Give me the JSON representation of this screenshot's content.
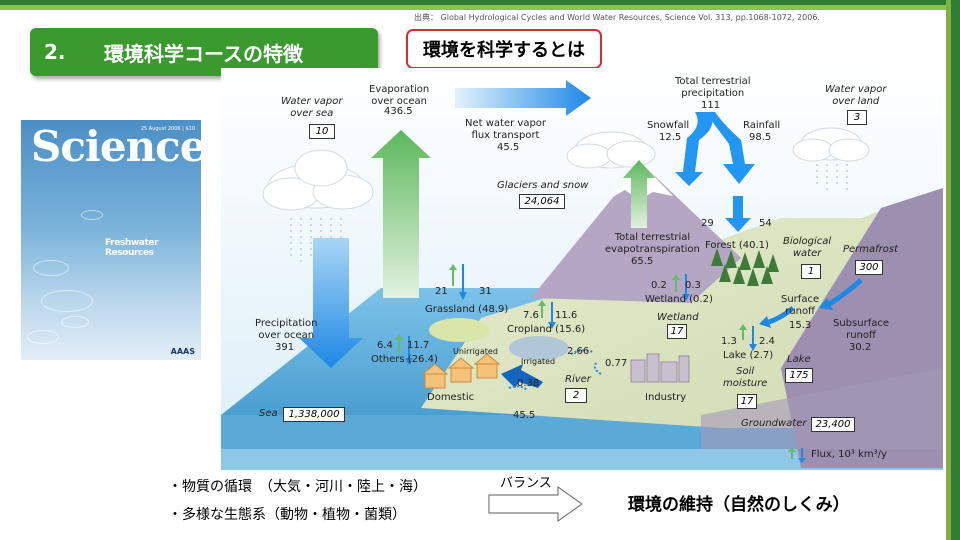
{
  "slide": {
    "title_number": "2.",
    "title": "環境科学コースの特徴",
    "subtitle": "環境を科学するとは",
    "source": "出典： Global Hydrological Cycles and World Water Resources, Science Vol. 313, pp.1068-1072, 2006."
  },
  "cover": {
    "masthead": "Science",
    "issue_line": "25 August 2006 | $10",
    "feature": "Freshwater Resources",
    "publisher": "AAAS"
  },
  "diagram": {
    "water_vapor_sea": {
      "label": "Water vapor\nover sea",
      "value": "10"
    },
    "evaporation": {
      "label": "Evaporation\nover ocean",
      "value": "436.5"
    },
    "net_transport": {
      "label": "Net water vapor\nflux transport",
      "value": "45.5"
    },
    "total_precip": {
      "label": "Total terrestrial\nprecipitation",
      "value": "111"
    },
    "snowfall": {
      "label": "Snowfall",
      "value": "12.5"
    },
    "rainfall": {
      "label": "Rainfall",
      "value": "98.5"
    },
    "water_vapor_land": {
      "label": "Water vapor\nover land",
      "value": "3"
    },
    "glaciers": {
      "label": "Glaciers and snow",
      "value": "24,064"
    },
    "evapotranspiration": {
      "label": "Total terrestrial\nevapotranspiration",
      "value": "65.5"
    },
    "forest": {
      "label": "Forest (40.1)",
      "up": "29",
      "down": "54"
    },
    "bio_water": {
      "label": "Biological\nwater",
      "value": "1"
    },
    "permafrost": {
      "label": "Permafrost",
      "value": "300"
    },
    "grassland": {
      "label": "Grassland (48.9)",
      "up": "21",
      "down": "31"
    },
    "wetland": {
      "label": "Wetland (0.2)",
      "up": "0.2",
      "down": "0.3",
      "store_label": "Wetland",
      "store": "17"
    },
    "cropland": {
      "label": "Cropland (15.6)",
      "up": "7.6",
      "down": "11.6"
    },
    "unirrigated": "Unirrigated",
    "irrigated": "Irrigated",
    "irrigation_flow": "2.66",
    "industry_flow": "0.77",
    "others": {
      "label": "Others (26.4)",
      "up": "6.4",
      "down": "11.7"
    },
    "precip_ocean": {
      "label": "Precipitation\nover ocean",
      "value": "391"
    },
    "surface_runoff": {
      "label": "Surface\nrunoff",
      "value": "15.3"
    },
    "subsurface_runoff": {
      "label": "Subsurface\nrunoff",
      "value": "30.2"
    },
    "lake": {
      "label": "Lake (2.7)",
      "up": "1.3",
      "down": "2.4",
      "store_label": "Lake",
      "store": "175"
    },
    "soil": {
      "label": "Soil\nmoisture",
      "value": "17"
    },
    "domestic": {
      "label": "Domestic",
      "flow": "0.38"
    },
    "industry": "Industry",
    "river": {
      "label": "River",
      "value": "2",
      "flow": "45.5"
    },
    "sea": {
      "label": "Sea",
      "value": "1,338,000"
    },
    "groundwater": {
      "label": "Groundwater",
      "value": "23,400"
    },
    "legend": "Flux, 10³ km³/y"
  },
  "bottom": {
    "line1": "・物質の循環　（大気・河川・陸上・海）",
    "line2": "・多様な生態系（動物・植物・菌類）",
    "balance": "バランス",
    "maintenance": "環境の維持（自然のしくみ）"
  },
  "colors": {
    "title_green": "#3a9a2e",
    "subtitle_border": "#d32f2f",
    "flux_blue": "#1e88e5",
    "vapor_green": "#66bb6a",
    "sea": "#6fb6e0"
  }
}
